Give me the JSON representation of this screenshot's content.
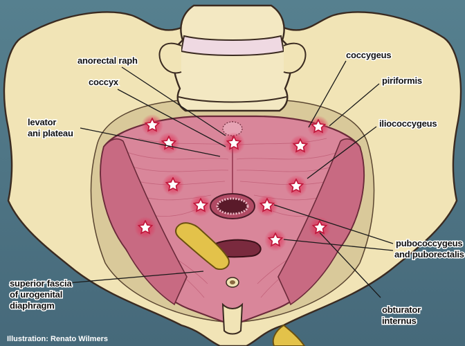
{
  "colors": {
    "background": "#4f7585",
    "bone": "#f1e4b6",
    "muscle": "#d9869a",
    "muscle_dark": "#b65670",
    "trigger_point": "#e0345a",
    "pubic_shaft": "#e3c24a"
  },
  "labels": {
    "anorectal_raphe": "anorectal raph",
    "coccyx": "coccyx",
    "levator_ani_plateau_line1": "levator",
    "levator_ani_plateau_line2": "ani plateau",
    "coccygeus": "coccygeus",
    "piriformis": "piriformis",
    "iliococcygeus": "iliococcygeus",
    "pubococcygeus_line1": "pubococcygeus",
    "pubococcygeus_line2": "and puborectalis",
    "superior_fascia_line1": "superior fascia",
    "superior_fascia_line2": "of urogenital",
    "superior_fascia_line3": "diaphragm",
    "obturator_line1": "obturator",
    "obturator_line2": "internus",
    "credit": "Illustration: Renato Wilmers"
  },
  "trigger_points": [
    "trigger-point-1",
    "trigger-point-2",
    "trigger-point-3",
    "trigger-point-4",
    "trigger-point-5",
    "trigger-point-6",
    "trigger-point-7",
    "trigger-point-8",
    "trigger-point-9",
    "trigger-point-10",
    "trigger-point-11",
    "trigger-point-12",
    "trigger-point-13"
  ]
}
